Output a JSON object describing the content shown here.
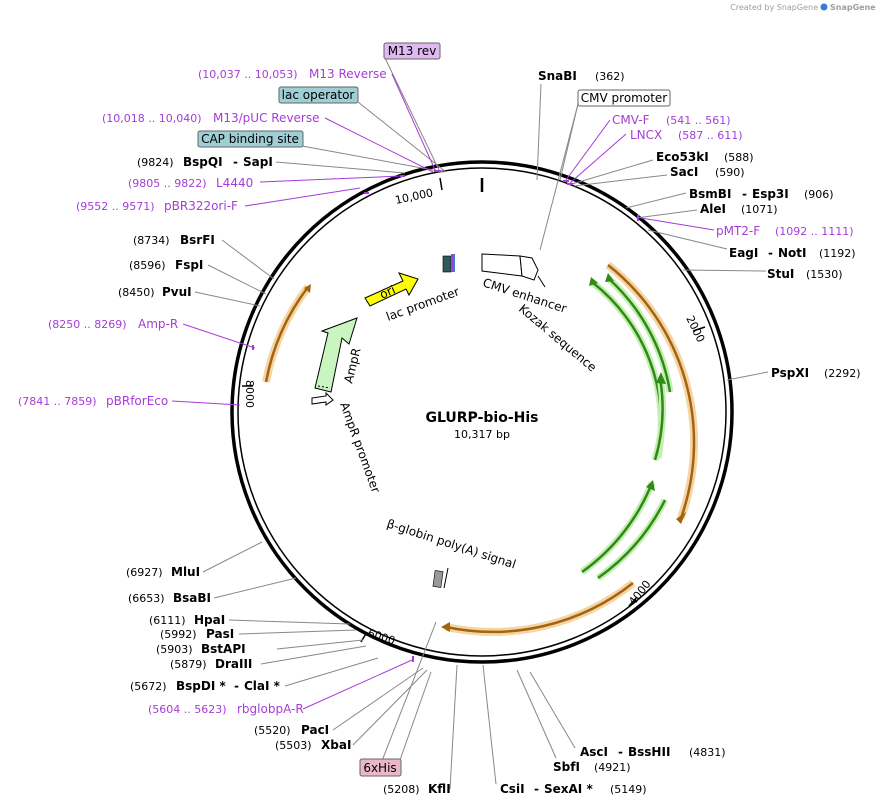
{
  "credit": "Created by SnapGene",
  "plasmid": {
    "name": "GLURP-bio-His",
    "size": "10,317 bp"
  },
  "ticks": [
    "10,000",
    "2000",
    "4000",
    "6000",
    "8000"
  ],
  "features": {
    "lac_promoter": "lac promoter",
    "ori": "ori",
    "cmv_enhancer": "CMV enhancer",
    "kozak": "Kozak sequence",
    "ampr": "AmpR",
    "ampr_promoter": "AmpR promoter",
    "globin": "β-globin poly(A) signal"
  },
  "boxed": {
    "m13rev": "M13 rev",
    "lac_operator": "lac operator",
    "cap": "CAP binding site",
    "cmv_promoter": "CMV promoter",
    "his": "6xHis"
  },
  "primers": {
    "m13_reverse": {
      "range": "(10,037 .. 10,053)",
      "name": "M13 Reverse"
    },
    "m13_puc": {
      "range": "(10,018 .. 10,040)",
      "name": "M13/pUC Reverse"
    },
    "l4440": {
      "range": "(9805 .. 9822)",
      "name": "L4440"
    },
    "pbr322": {
      "range": "(9552 .. 9571)",
      "name": "pBR322ori-F"
    },
    "ampr_p": {
      "range": "(8250 .. 8269)",
      "name": "Amp-R"
    },
    "pbrfor": {
      "range": "(7841 .. 7859)",
      "name": "pBRforEco"
    },
    "rbglob": {
      "range": "(5604 .. 5623)",
      "name": "rbglobpA-R"
    },
    "cmvf": {
      "name": "CMV-F",
      "range": "(541 .. 561)"
    },
    "lncx": {
      "name": "LNCX",
      "range": "(587 .. 611)"
    },
    "pmt2": {
      "name": "pMT2-F",
      "range": "(1092 .. 1111)"
    }
  },
  "sites": {
    "bspqi": {
      "pos": "(9824)",
      "name": "BspQI",
      "name2": "SapI"
    },
    "bsrfi": {
      "pos": "(8734)",
      "name": "BsrFI"
    },
    "fspi": {
      "pos": "(8596)",
      "name": "FspI"
    },
    "pvui": {
      "pos": "(8450)",
      "name": "PvuI"
    },
    "mlui": {
      "pos": "(6927)",
      "name": "MluI"
    },
    "bsabi": {
      "pos": "(6653)",
      "name": "BsaBI"
    },
    "hpai": {
      "pos": "(6111)",
      "name": "HpaI"
    },
    "pasi": {
      "pos": "(5992)",
      "name": "PasI"
    },
    "bstapi": {
      "pos": "(5903)",
      "name": "BstAPI"
    },
    "draiii": {
      "pos": "(5879)",
      "name": "DraIII"
    },
    "bspdi": {
      "pos": "(5672)",
      "name": "BspDI *",
      "name2": "ClaI *"
    },
    "paci": {
      "pos": "(5520)",
      "name": "PacI"
    },
    "xbai": {
      "pos": "(5503)",
      "name": "XbaI"
    },
    "kfli": {
      "pos": "(5208)",
      "name": "KflI"
    },
    "csii": {
      "name": "CsiI",
      "name2": "SexAI *",
      "pos": "(5149)"
    },
    "sbfi": {
      "name": "SbfI",
      "pos": "(4921)"
    },
    "asci": {
      "name": "AscI",
      "name2": "BssHII",
      "pos": "(4831)"
    },
    "snabi": {
      "name": "SnaBI",
      "pos": "(362)"
    },
    "eco53ki": {
      "name": "Eco53kI",
      "pos": "(588)"
    },
    "saci": {
      "name": "SacI",
      "pos": "(590)"
    },
    "bsmbi": {
      "name": "BsmBI",
      "name2": "Esp3I",
      "pos": "(906)"
    },
    "alei": {
      "name": "AleI",
      "pos": "(1071)"
    },
    "eagi": {
      "name": "EagI",
      "name2": "NotI",
      "pos": "(1192)"
    },
    "stui": {
      "name": "StuI",
      "pos": "(1530)"
    },
    "pspxi": {
      "name": "PspXI",
      "pos": "(2292)"
    }
  },
  "colors": {
    "primer": "#a63cd9",
    "orange": "#e8a33a",
    "green": "#2e8b14",
    "ampr_fill": "#c8f5c0",
    "ori_fill": "#ffff00",
    "lac_box": "#9fcfd6",
    "m13_box": "#e0b8f2",
    "his_box": "#e9b7c9"
  }
}
